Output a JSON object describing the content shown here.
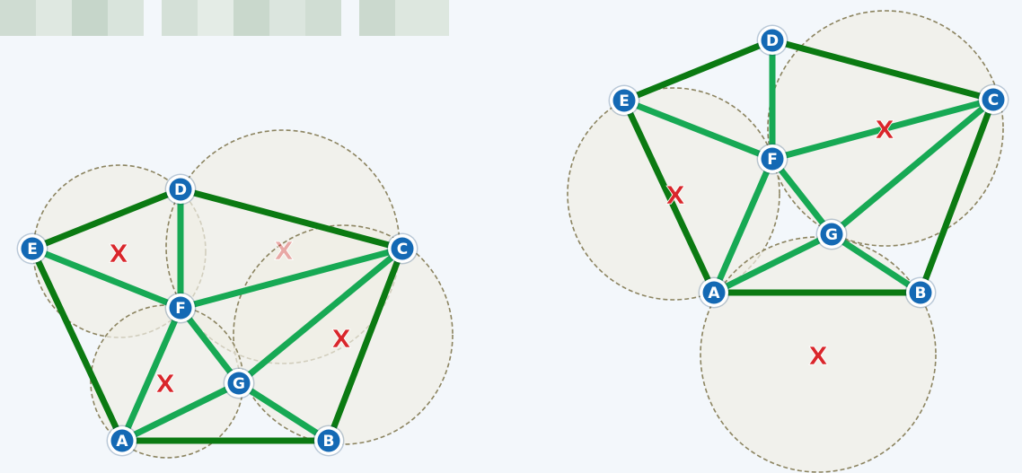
{
  "colors": {
    "background": "#f3f7fb",
    "circle_fill": "#efeee6",
    "circle_stroke": "#8c8460",
    "hull_edge": "#0b7a12",
    "inner_edge": "#17a954",
    "node_fill": "#1469b4",
    "node_ring": "#ffffff",
    "x_mark": "#d9262b"
  },
  "header": {
    "redacted": true
  },
  "graphs": [
    {
      "id": "left",
      "nodes": [
        {
          "id": "E",
          "label": "E"
        },
        {
          "id": "D",
          "label": "D"
        },
        {
          "id": "C",
          "label": "C"
        },
        {
          "id": "F",
          "label": "F"
        },
        {
          "id": "G",
          "label": "G"
        },
        {
          "id": "A",
          "label": "A"
        },
        {
          "id": "B",
          "label": "B"
        }
      ],
      "x_marks": [
        "X",
        "X",
        "X",
        "X"
      ]
    },
    {
      "id": "right",
      "nodes": [
        {
          "id": "D",
          "label": "D"
        },
        {
          "id": "E",
          "label": "E"
        },
        {
          "id": "C",
          "label": "C"
        },
        {
          "id": "F",
          "label": "F"
        },
        {
          "id": "G",
          "label": "G"
        },
        {
          "id": "A",
          "label": "A"
        },
        {
          "id": "B",
          "label": "B"
        }
      ],
      "x_marks": [
        "X",
        "X",
        "X"
      ]
    }
  ]
}
